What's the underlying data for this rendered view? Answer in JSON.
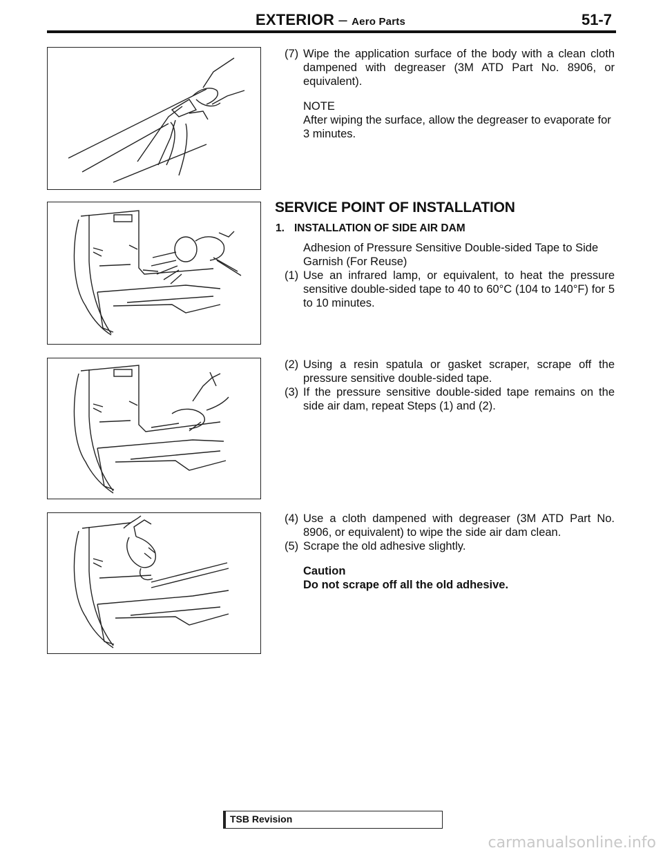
{
  "header": {
    "title": "EXTERIOR",
    "separator": "–",
    "subtitle": "Aero Parts",
    "page_number": "51-7"
  },
  "block1": {
    "step_num": "(7)",
    "step_text": "Wipe the application surface of the body with a clean cloth dampened with degreaser (3M ATD Part No. 8906, or equivalent).",
    "note_label": "NOTE",
    "note_text": "After wiping the surface, allow the degreaser to evaporate for 3 minutes."
  },
  "section": {
    "title": "SERVICE POINT OF INSTALLATION",
    "subheading_num": "1.",
    "subheading": "INSTALLATION OF SIDE AIR DAM",
    "intro": "Adhesion of Pressure Sensitive Double-sided Tape to Side Garnish (For Reuse)",
    "step1_num": "(1)",
    "step1_text": "Use an infrared lamp, or equivalent, to heat the pressure sensitive double-sided tape to 40 to 60°C (104 to 140°F) for 5 to 10 minutes."
  },
  "block3": {
    "step2_num": "(2)",
    "step2_text": "Using a resin spatula or gasket scraper, scrape off the pressure sensitive double-sided tape.",
    "step3_num": "(3)",
    "step3_text": "If the pressure sensitive double-sided tape remains on the side air dam, repeat Steps (1) and (2)."
  },
  "block4": {
    "step4_num": "(4)",
    "step4_text": "Use a cloth dampened with degreaser (3M ATD Part No. 8906, or equivalent) to wipe the side air dam clean.",
    "step5_num": "(5)",
    "step5_text": "Scrape the old adhesive slightly.",
    "caution_label": "Caution",
    "caution_text": "Do not scrape off all the old adhesive."
  },
  "footer": {
    "label": "TSB Revision"
  },
  "watermark": "carmanualsonline.info"
}
